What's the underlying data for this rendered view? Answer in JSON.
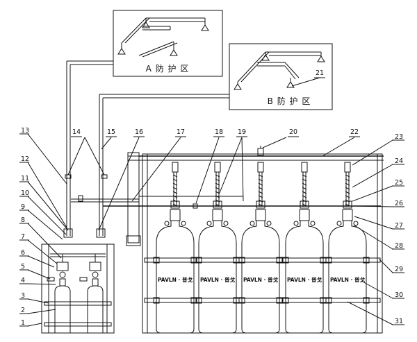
{
  "zones": {
    "a": "A 防 护 区",
    "b": "B 防 护 区"
  },
  "cylinder_brand": "PAVLN · 普戈",
  "callouts_left": [
    "1",
    "2",
    "3",
    "4",
    "5",
    "6",
    "7",
    "8",
    "9",
    "10",
    "11",
    "12",
    "13"
  ],
  "callouts_top": [
    "14",
    "15",
    "16",
    "17",
    "18",
    "19",
    "20",
    "21",
    "22"
  ],
  "callouts_right": [
    "23",
    "24",
    "25",
    "26",
    "27",
    "28",
    "29",
    "30",
    "31"
  ],
  "colors": {
    "line": "#111111",
    "background": "#ffffff"
  }
}
